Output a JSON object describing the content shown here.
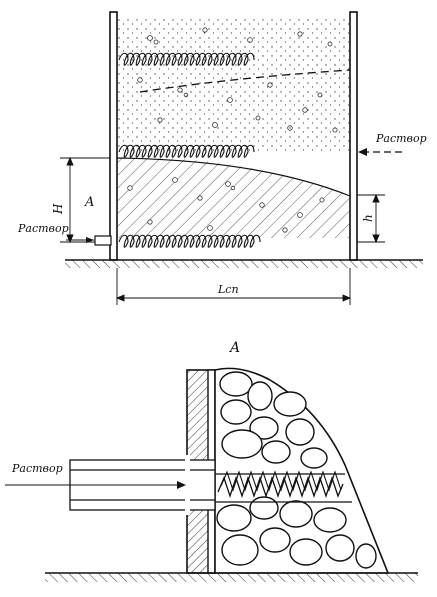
{
  "top_figure": {
    "inlet_left_label": "Раствор",
    "inlet_right_label": "Раствор",
    "height_label_H": "H",
    "height_label_h": "h",
    "detail_label": "A",
    "width_label": "Lcn"
  },
  "detail_figure": {
    "title": "A",
    "inlet_label": "Раствор"
  }
}
